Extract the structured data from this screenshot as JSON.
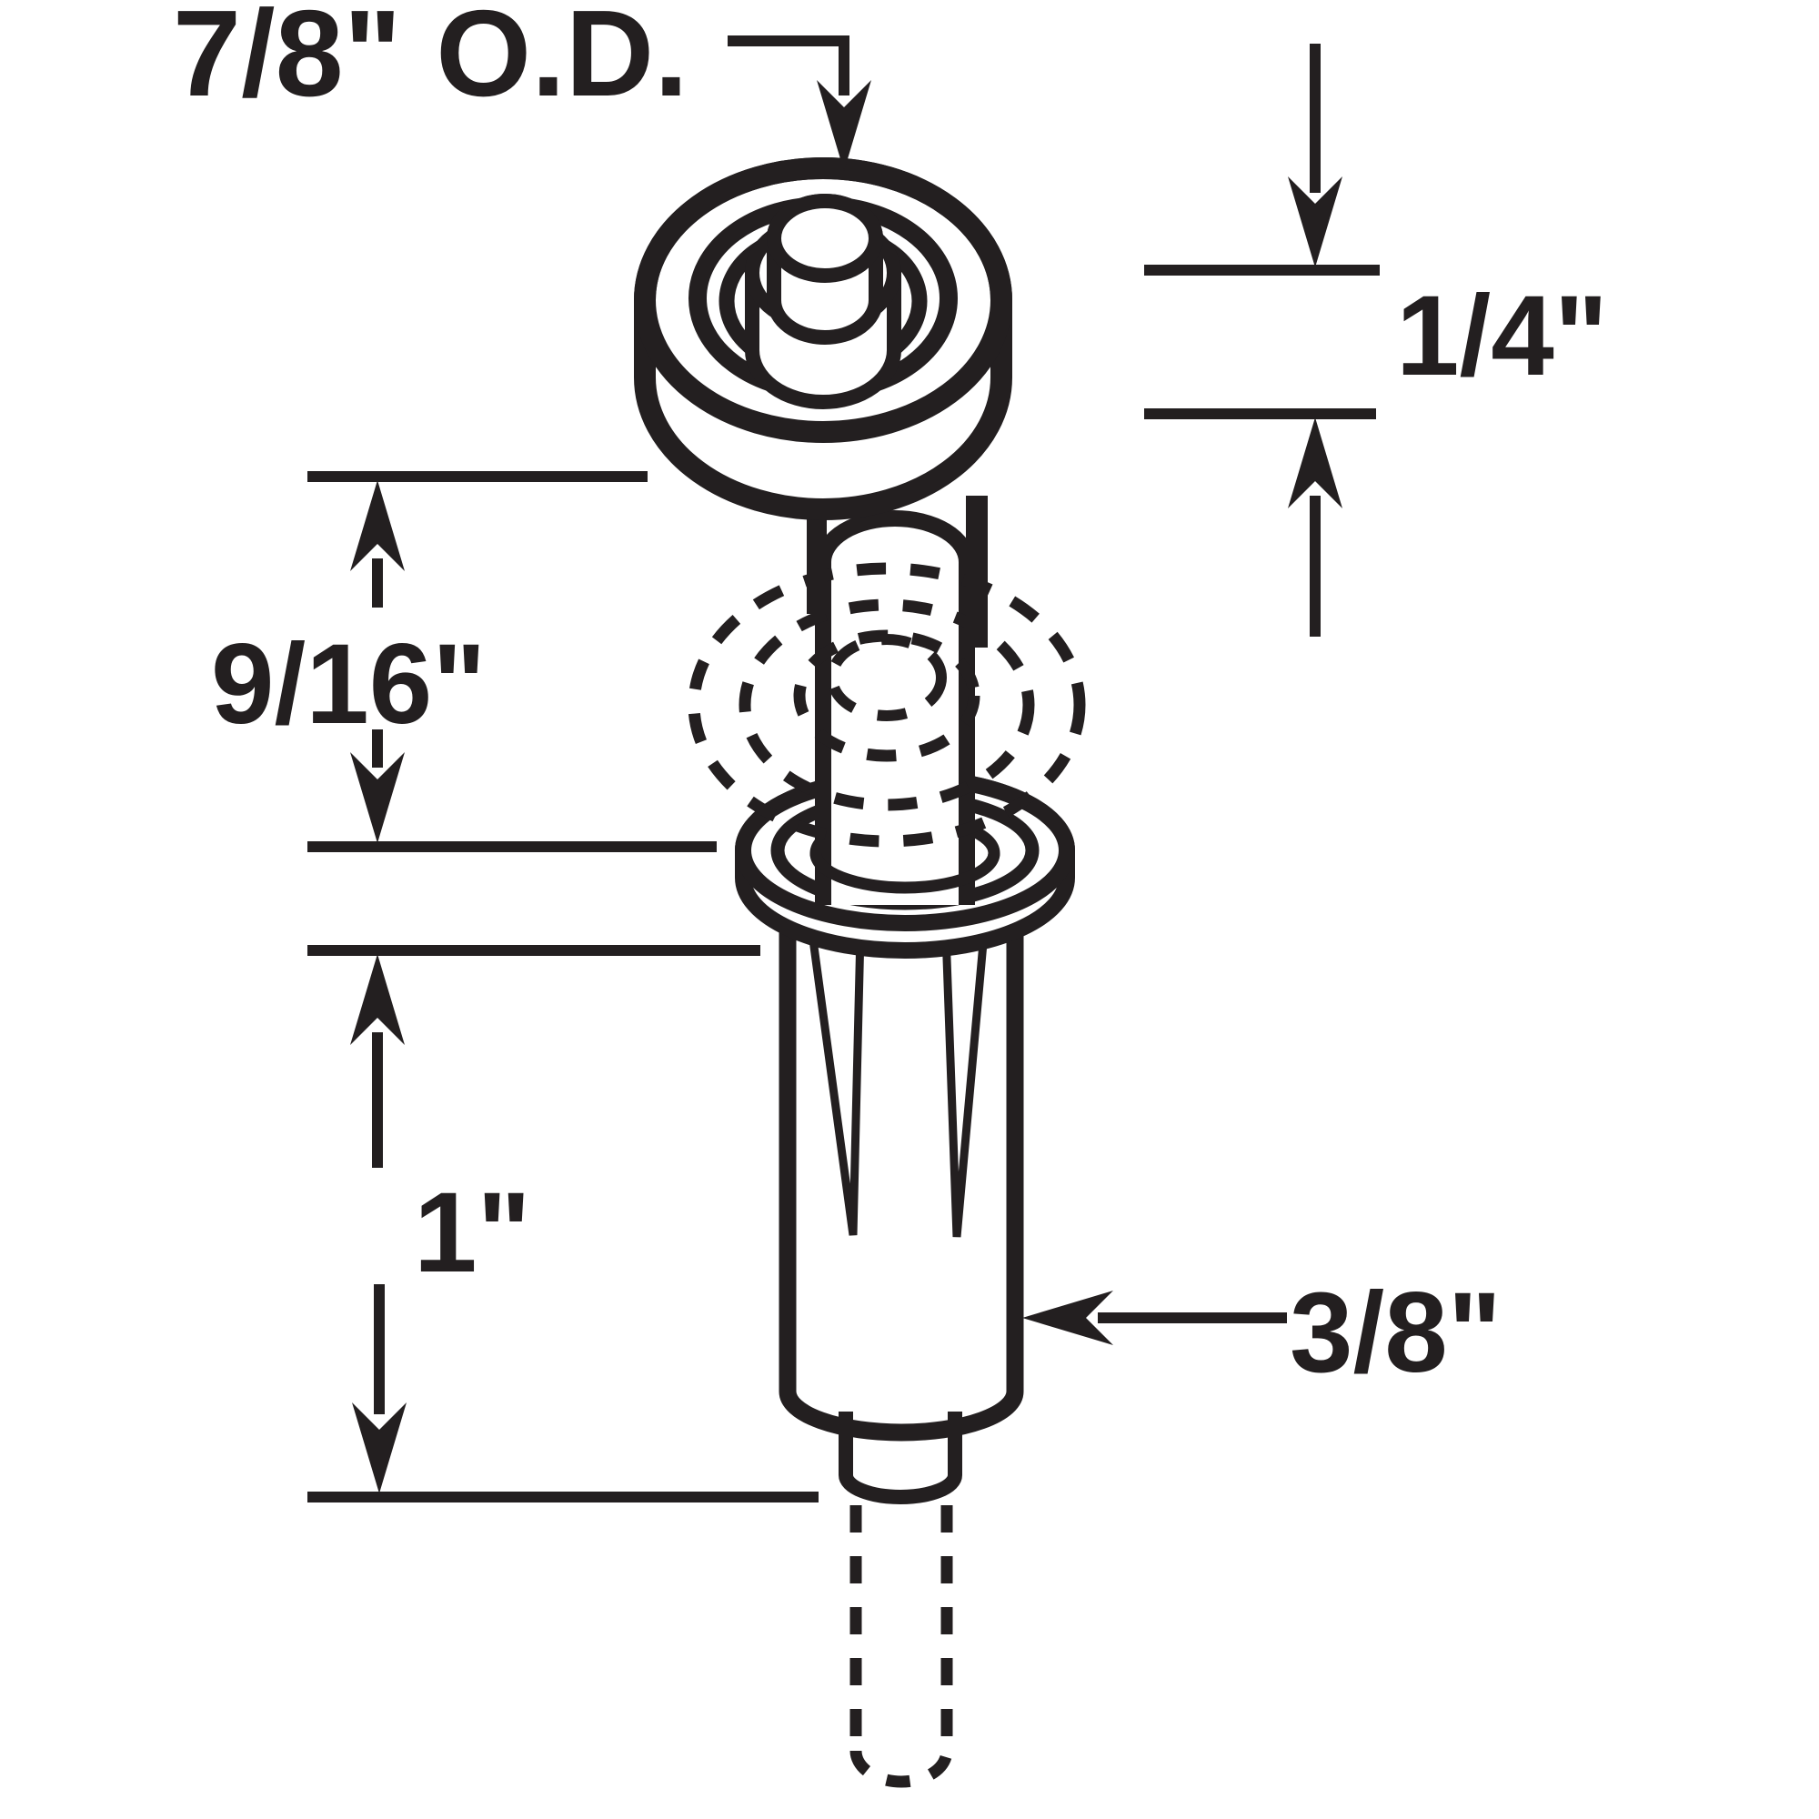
{
  "diagram": {
    "title_hint": "roller-and-anchor technical drawing",
    "line_color": "#231f20",
    "background_color": "#ffffff",
    "labels": {
      "outer_diameter": "7/8\" O.D.",
      "roller_thickness": "1/4\"",
      "shaft_length": "9/16\"",
      "anchor_length": "1\"",
      "anchor_diameter": "3/8\""
    }
  }
}
